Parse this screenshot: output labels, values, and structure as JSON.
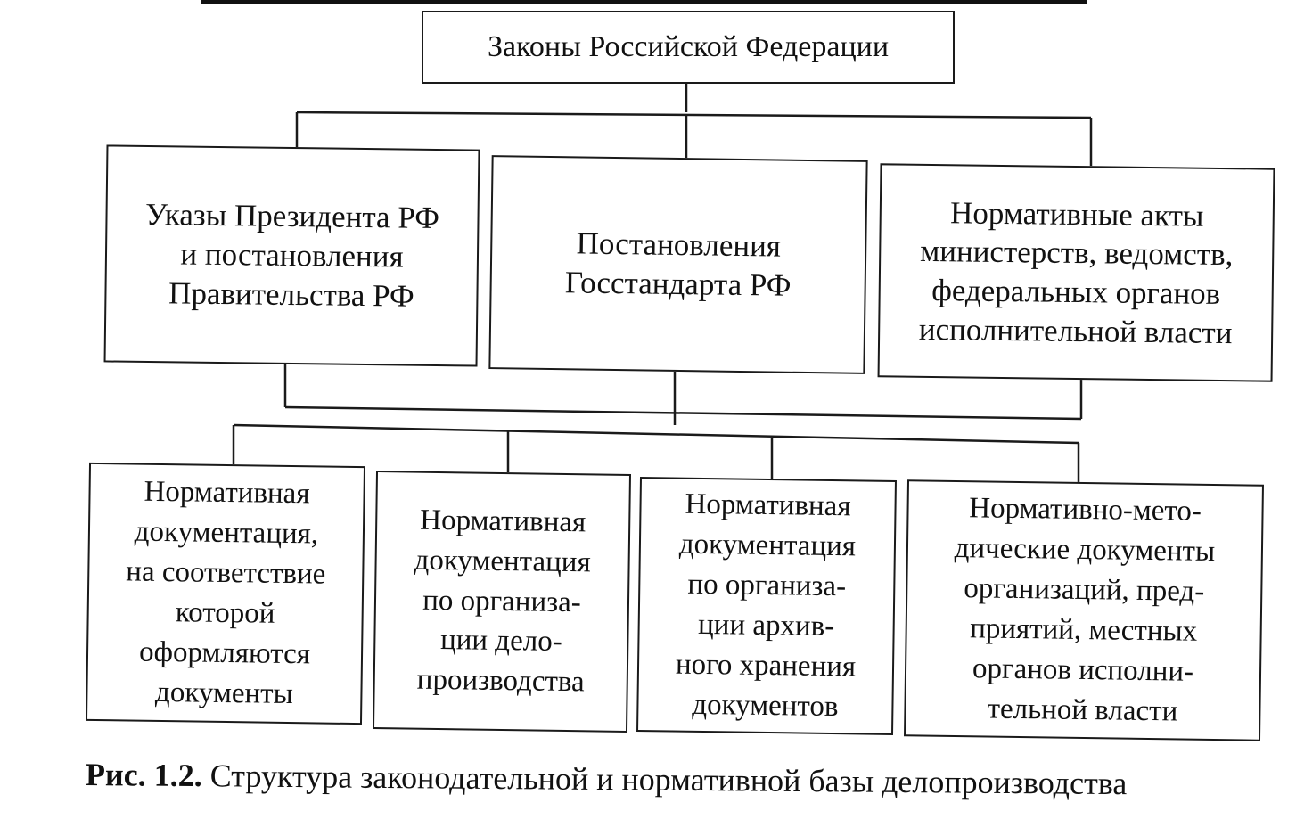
{
  "diagram": {
    "top": "Законы Российской Федерации",
    "level1": [
      "Указы Президента РФ\nи постановления\nПравительства РФ",
      "Постановления\nГосстандарта РФ",
      "Нормативные акты\nминистерств, ведомств,\nфедеральных органов\nисполнительной власти"
    ],
    "level2": [
      "Нормативная\nдокументация,\nна соответствие\nкоторой\nоформляются\nдокументы",
      "Нормативная\nдокументация\nпо организа-\nции дело-\nпроизводства",
      "Нормативная\nдокументация\nпо организа-\nции архив-\nного хранения\nдокументов",
      "Нормативно-мето-\nдические документы\nорганизаций, пред-\nприятий, местных\nорганов исполни-\nтельной власти"
    ]
  },
  "caption": {
    "label": "Рис. 1.2.",
    "text": "Структура законодательной и нормативной базы делопроизводства"
  }
}
